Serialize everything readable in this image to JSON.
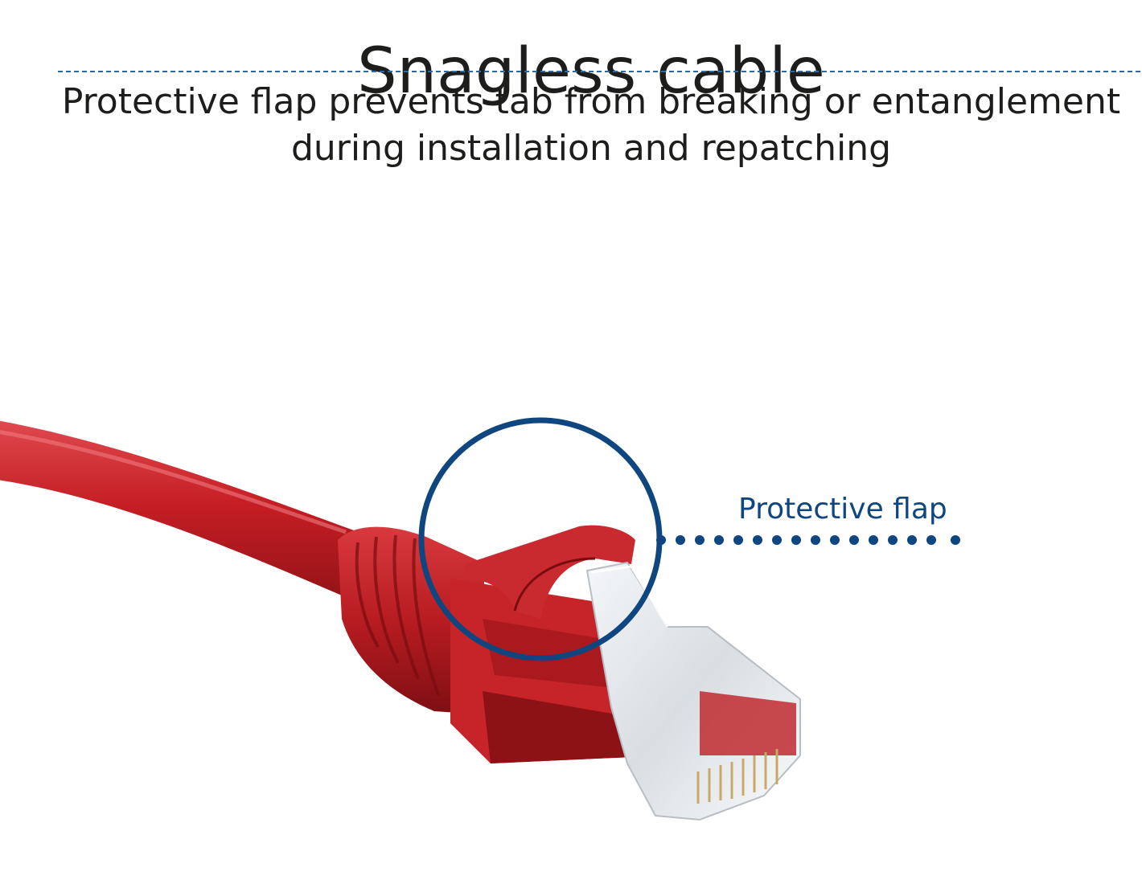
{
  "header": {
    "title": "Snagless cable",
    "subtitle_line1": "Protective flap prevents tab from breaking or entanglement",
    "subtitle_line2": "during installation and repatching"
  },
  "callout": {
    "label": "Protective flap"
  },
  "colors": {
    "accent": "#10467f",
    "cable_red": "#c41e24",
    "text": "#1d1d1b"
  }
}
